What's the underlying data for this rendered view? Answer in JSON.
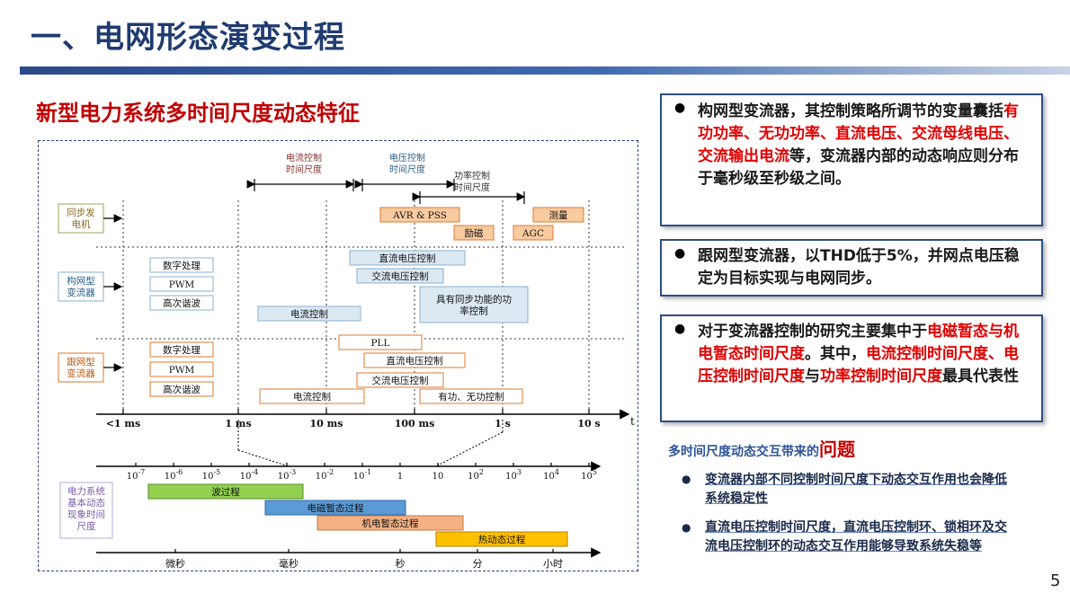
{
  "slide": {
    "title": "一、电网形态演变过程",
    "subtitle": "新型电力系统多时间尺度动态特征",
    "page_number": "5"
  },
  "diagram": {
    "brackets": {
      "current": "电流控制\n时间尺度",
      "voltage": "电压控制\n时间尺度",
      "power": "功率控制\n时间尺度"
    },
    "row_labels": {
      "sync": "同步发\n电机",
      "gfm": "构网型\n变流器",
      "gfl": "跟网型\n变流器",
      "phenomena": "电力系统\n基本动态\n现象时间\n尺度"
    },
    "boxes": {
      "avr_pss": "AVR & PSS",
      "measure": "测量",
      "excitation": "励磁",
      "agc": "AGC",
      "gfm_digital": "数字处理",
      "gfm_pwm": "PWM",
      "gfm_harmonic": "高次谐波",
      "gfm_dc_voltage": "直流电压控制",
      "gfm_ac_voltage": "交流电压控制",
      "gfm_sync_power": "具有同步功能的功\n率控制",
      "gfm_current": "电流控制",
      "gfl_digital": "数字处理",
      "gfl_pwm": "PWM",
      "gfl_harmonic": "高次谐波",
      "gfl_pll": "PLL",
      "gfl_dc_voltage": "直流电压控制",
      "gfl_ac_voltage": "交流电压控制",
      "gfl_current": "电流控制",
      "gfl_power": "有功、无功控制"
    },
    "axis1_labels": [
      "<1 ms",
      "1 ms",
      "10 ms",
      "100 ms",
      "1 s",
      "10 s"
    ],
    "axis_t": "t",
    "axis2_labels": [
      {
        "b": "10",
        "e": "-7"
      },
      {
        "b": "10",
        "e": "-6"
      },
      {
        "b": "10",
        "e": "-5"
      },
      {
        "b": "10",
        "e": "-4"
      },
      {
        "b": "10",
        "e": "-3"
      },
      {
        "b": "10",
        "e": "-2"
      },
      {
        "b": "10",
        "e": "-1"
      },
      {
        "b": "1",
        "e": ""
      },
      {
        "b": "10",
        "e": ""
      },
      {
        "b": "10",
        "e": "2"
      },
      {
        "b": "10",
        "e": "3"
      },
      {
        "b": "10",
        "e": "4"
      },
      {
        "b": "10",
        "e": "5"
      }
    ],
    "phenomena": {
      "wave": "波过程",
      "electromagnetic": "电磁暂态过程",
      "electromechanical": "机电暂态过程",
      "thermal": "热动态过程"
    },
    "bottom_units": [
      "微秒",
      "毫秒",
      "秒",
      "分",
      "小时"
    ]
  },
  "cards": {
    "card1": [
      {
        "t": "构网型变流器，其控制策略所调节的变量囊括",
        "red": false
      },
      {
        "t": "有功功率、无功功率、直流电压、交流母线电压、交流输出电流",
        "red": true
      },
      {
        "t": "等，变流器内部的动态响应则分布于毫秒级至秒级之间。",
        "red": false
      }
    ],
    "card2": [
      {
        "t": "跟网型变流器，以THD低于5%，并网点电压稳定为目标实现与电网同步。",
        "red": false
      }
    ],
    "card3": [
      {
        "t": "对于变流器控制的研究主要集中于",
        "red": false
      },
      {
        "t": "电磁暂态与机电暂态时间尺度",
        "red": true
      },
      {
        "t": "。其中，",
        "red": false
      },
      {
        "t": "电流控制时间尺度、电压控制时间尺度",
        "red": true
      },
      {
        "t": "与",
        "red": false
      },
      {
        "t": "功率控制时间尺度",
        "red": true
      },
      {
        "t": "最具代表性",
        "red": false
      }
    ]
  },
  "issues": {
    "heading_prefix": "多时间尺度动态交互带来的",
    "heading_emph": "问题",
    "items": [
      "变流器内部不同控制时间尺度下动态交互作用也会降低系统稳定性",
      "直流电压控制时间尺度，直流电压控制环、锁相环及交流电压控制环的动态交互作用能够导致系统失稳等"
    ]
  },
  "colors": {
    "title": "#1f3b70",
    "red": "#c00000",
    "orange_box": "#f8cba0",
    "orange_border": "#e07a2e",
    "blue_box": "#dce9f3",
    "blue_border": "#8ab0cf",
    "green_box": "#92d050",
    "blue_phen": "#5b9bd5",
    "yellow_box": "#ffc000"
  }
}
